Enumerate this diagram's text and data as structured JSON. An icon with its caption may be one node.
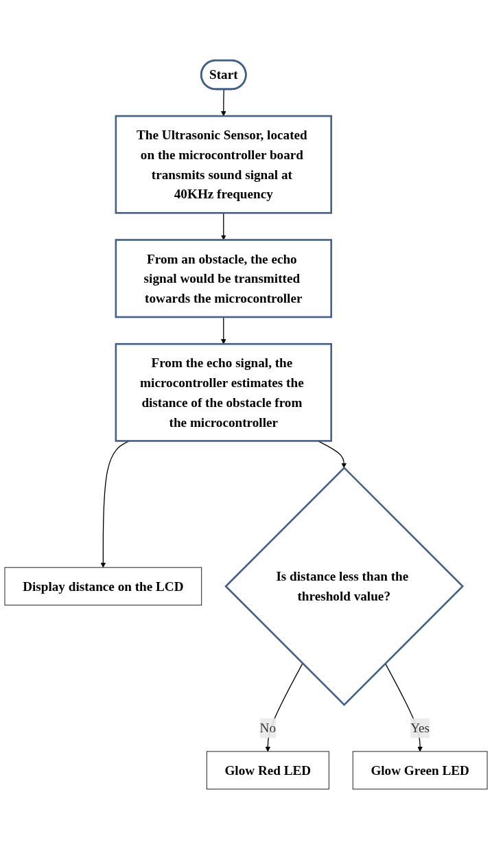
{
  "diagram": {
    "nodes": [
      {
        "text": [
          "Start"
        ]
      },
      {
        "text": [
          "The Ultrasonic Sensor, located on the microcontroller board transmits sound signal at 40KHz frequency"
        ]
      },
      {
        "text": [
          "From an obstacle, the echo signal would be transmitted towards the microcontroller"
        ]
      },
      {
        "text": [
          "From the echo signal, the microcontroller estimates the distance of the obstacle from the microcontroller"
        ]
      },
      {
        "text": [
          "Display distance on the LCD"
        ]
      },
      {
        "text": [
          "Is distance less than the threshold value?"
        ]
      },
      {
        "text": [
          "Glow Red LED"
        ]
      },
      {
        "text": [
          "Glow Green LED"
        ]
      }
    ],
    "edges": [
      {
        "from": 0,
        "to": 1,
        "arrow": "to"
      },
      {
        "from": 1,
        "to": 2,
        "arrow": "to"
      },
      {
        "from": 2,
        "to": 3,
        "arrow": "to"
      },
      {
        "from": 3,
        "to": 4,
        "arrow": "to"
      },
      {
        "from": 3,
        "to": 5,
        "arrow": "to"
      },
      {
        "from": 5,
        "to": 6,
        "label": "No",
        "arrow": "to"
      },
      {
        "from": 5,
        "to": 7,
        "label": "Yes",
        "arrow": "to"
      }
    ]
  }
}
